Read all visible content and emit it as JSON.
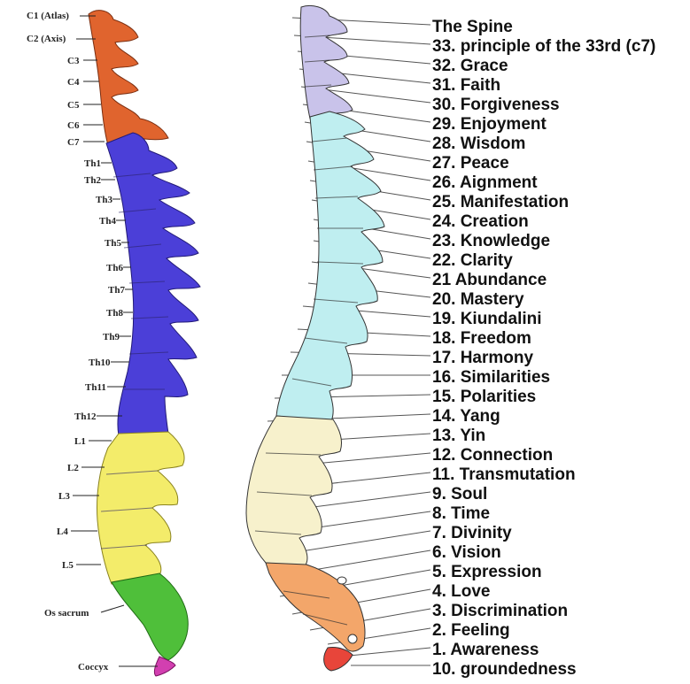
{
  "left_diagram": {
    "labels": [
      "C1 (Atlas)",
      "C2 (Axis)",
      "C3",
      "C4",
      "C5",
      "C6",
      "C7",
      "Th1",
      "Th2",
      "Th3",
      "Th4",
      "Th5",
      "Th6",
      "Th7",
      "Th8",
      "Th9",
      "Th10",
      "Th11",
      "Th12",
      "L1",
      "L2",
      "L3",
      "L4",
      "L5",
      "Os sacrum",
      "Coccyx"
    ],
    "colors": {
      "cervical": "#e0642e",
      "thoracic": "#4b3fd8",
      "lumbar": "#f3ec6a",
      "sacrum": "#4fbf3a",
      "coccyx": "#d23fb0"
    }
  },
  "right_diagram": {
    "title": "The Spine",
    "items": [
      "33. principle of the 33rd (c7)",
      "32. Grace",
      "31. Faith",
      "30. Forgiveness",
      "29. Enjoyment",
      "28. Wisdom",
      "27. Peace",
      "26. Aignment",
      "25. Manifestation",
      "24. Creation",
      "23. Knowledge",
      "22. Clarity",
      "21 Abundance",
      "20. Mastery",
      "19. Kiundalini",
      "18. Freedom",
      "17. Harmony",
      "16. Similarities",
      "15. Polarities",
      "14. Yang",
      "13. Yin",
      "12. Connection",
      "11. Transmutation",
      "9. Soul",
      "8. Time",
      "7. Divinity",
      "6. Vision",
      "5. Expression",
      "4. Love",
      "3. Discrimination",
      "2. Feeling",
      "1. Awareness",
      "10. groundedness"
    ],
    "colors": {
      "cervical": "#c9c3ea",
      "thoracic": "#bfeef0",
      "lumbar": "#f7f1cc",
      "sacrum": "#f3a66a",
      "coccyx": "#e8453a"
    }
  }
}
